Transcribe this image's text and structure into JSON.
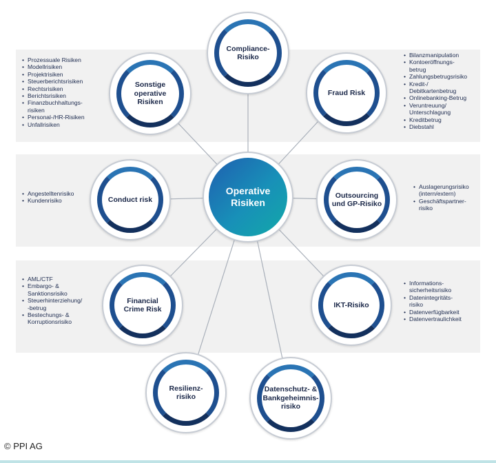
{
  "center": {
    "label": "Operative\nRisiken"
  },
  "nodes": {
    "compliance": "Compliance-\nRisiko",
    "fraud": "Fraud Risk",
    "outsourcing": "Outsourcing\nund GP-Risiko",
    "ikt": "IKT-Risiko",
    "datenschutz": "Datenschutz- &\nBankgeheimnis-\nrisiko",
    "resilienz": "Resilienz-\nrisiko",
    "financial_crime": "Financial\nCrime Risk",
    "conduct": "Conduct risk",
    "sonstige": "Sonstige\noperative Risiken"
  },
  "lists": {
    "sonstige": [
      "Prozessuale Risiken",
      "Modellrisiken",
      "Projektrisiken",
      "Steuerberichtsrisiken",
      "Rechtsrisiken",
      "Berichtsrisiken",
      "Finanzbuchhaltungs-\nrisiken",
      "Personal-/HR-Risiken",
      "Unfallrisiken"
    ],
    "fraud": [
      "Bilanzmanipulation",
      "Kontoeröffnungs-\nbetrug",
      "Zahlungsbetrugsrisiko",
      "Kredit-/\nDebitkartenbetrug",
      "Onlinebanking-Betrug",
      "Veruntreuung/\nUnterschlagung",
      "Kreditbetrug",
      "Diebstahl"
    ],
    "conduct": [
      "Angestelltenrisiko",
      "Kundenrisiko"
    ],
    "outsourcing": [
      "Auslagerungsrisiko\n(intern/extern)",
      "Geschäftspartner-\nrisiko"
    ],
    "financial_crime": [
      "AML/CTF",
      "Embargo- &\nSanktionsrisiko",
      "Steuerhinterziehung/\n-betrug",
      "Bestechungs- &\nKorruptionsrisiko"
    ],
    "ikt": [
      "Informations-\nsicherheitsrisiko",
      "Datenintegritäts-\nrisiko",
      "Datenverfügbarkeit",
      "Datenvertraulichkeit"
    ]
  },
  "copyright": "© PPI AG"
}
